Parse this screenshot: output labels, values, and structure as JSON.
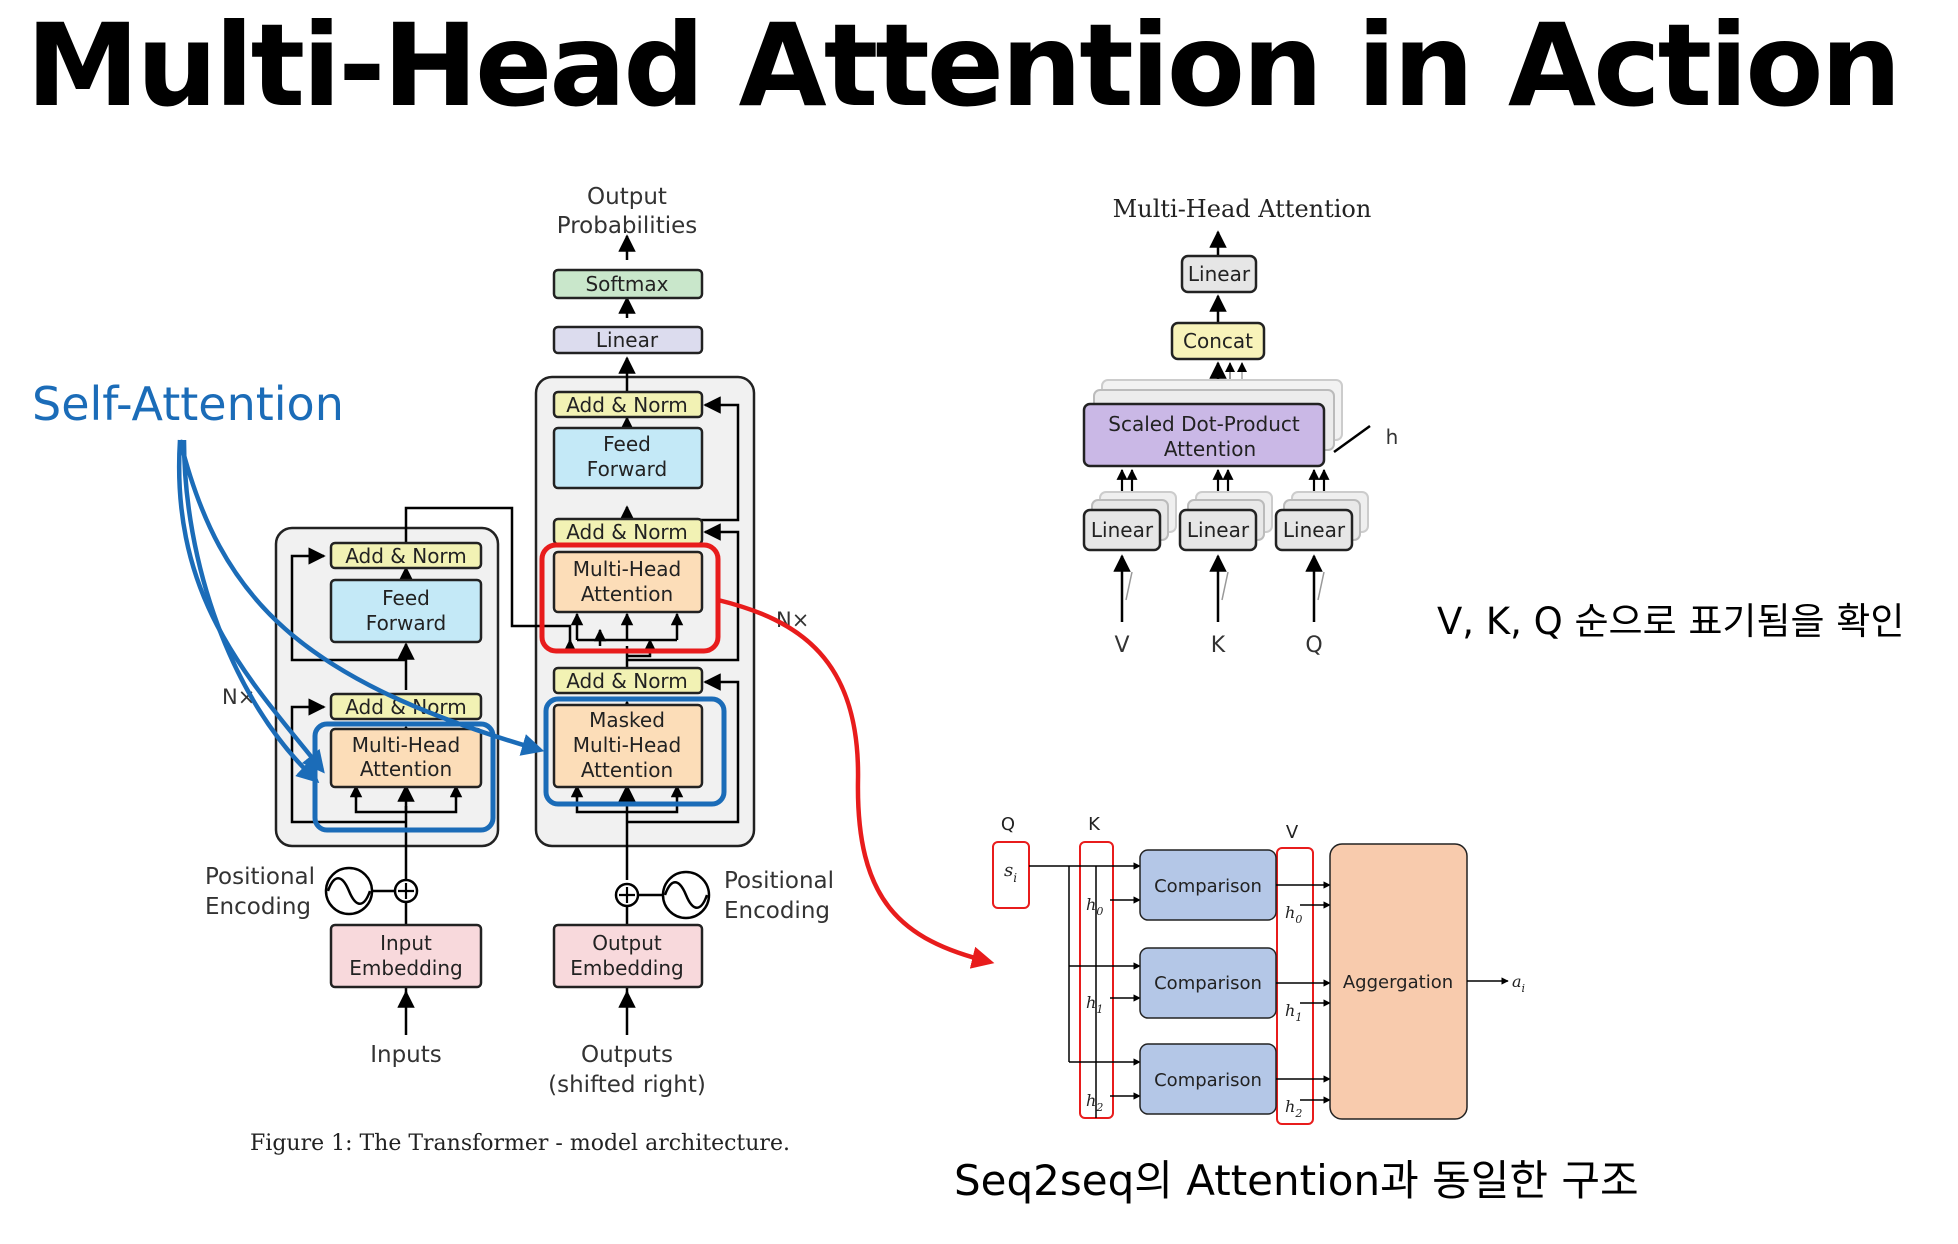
{
  "slide": {
    "title": "Multi-Head Attention in Action",
    "self_attention_label": "Self-Attention",
    "note_vkq": "V, K, Q 순으로 표기됨을 확인",
    "note_seq2seq": "Seq2seq의 Attention과 동일한 구조"
  },
  "transformer": {
    "encoder": {
      "add_norm_top": "Add & Norm",
      "feed_forward": [
        "Feed",
        "Forward"
      ],
      "add_norm_bottom": "Add & Norm",
      "mha": [
        "Multi-Head",
        "Attention"
      ],
      "nx": "N×",
      "pos_enc": [
        "Positional",
        "Encoding"
      ],
      "input_emb": [
        "Input",
        "Embedding"
      ],
      "inputs": "Inputs"
    },
    "decoder": {
      "output_prob": [
        "Output",
        "Probabilities"
      ],
      "softmax": "Softmax",
      "linear": "Linear",
      "add_norm_1": "Add & Norm",
      "feed_forward": [
        "Feed",
        "Forward"
      ],
      "add_norm_2": "Add & Norm",
      "mha": [
        "Multi-Head",
        "Attention"
      ],
      "nx": "N×",
      "add_norm_3": "Add & Norm",
      "masked_mha": [
        "Masked",
        "Multi-Head",
        "Attention"
      ],
      "pos_enc": [
        "Positional",
        "Encoding"
      ],
      "output_emb": [
        "Output",
        "Embedding"
      ],
      "outputs": [
        "Outputs",
        "(shifted right)"
      ]
    },
    "caption": "Figure 1: The Transformer - model architecture."
  },
  "mha_diagram": {
    "title": "Multi-Head Attention",
    "linear_top": "Linear",
    "concat": "Concat",
    "sdpa": [
      "Scaled Dot-Product",
      "Attention"
    ],
    "h": "h",
    "linears": [
      "Linear",
      "Linear",
      "Linear"
    ],
    "inputs": [
      "V",
      "K",
      "Q"
    ]
  },
  "seq2seq": {
    "q": "Q",
    "k": "K",
    "v": "V",
    "s": "s",
    "s_sub": "i",
    "h": "h",
    "subs": [
      "0",
      "1",
      "2"
    ],
    "comparison": [
      "Comparison",
      "Comparison",
      "Comparison"
    ],
    "aggregation": "Aggergation",
    "a": "a",
    "a_sub": "i"
  },
  "colors": {
    "add_norm": "#f2f2b4",
    "feed_forward": "#c4e9f7",
    "attention": "#fcddb8",
    "embedding": "#f8d9dc",
    "softmax": "#c9e7cb",
    "linear": "#dcdcee",
    "block_bg": "#f1f1f1",
    "blue_highlight": "#1b6cb8",
    "red_highlight": "#e81c1c",
    "concat": "#f8f3ba",
    "sdpa": "#cab8e6",
    "comparison": "#b4c7e7",
    "aggregation": "#f8cbad"
  }
}
